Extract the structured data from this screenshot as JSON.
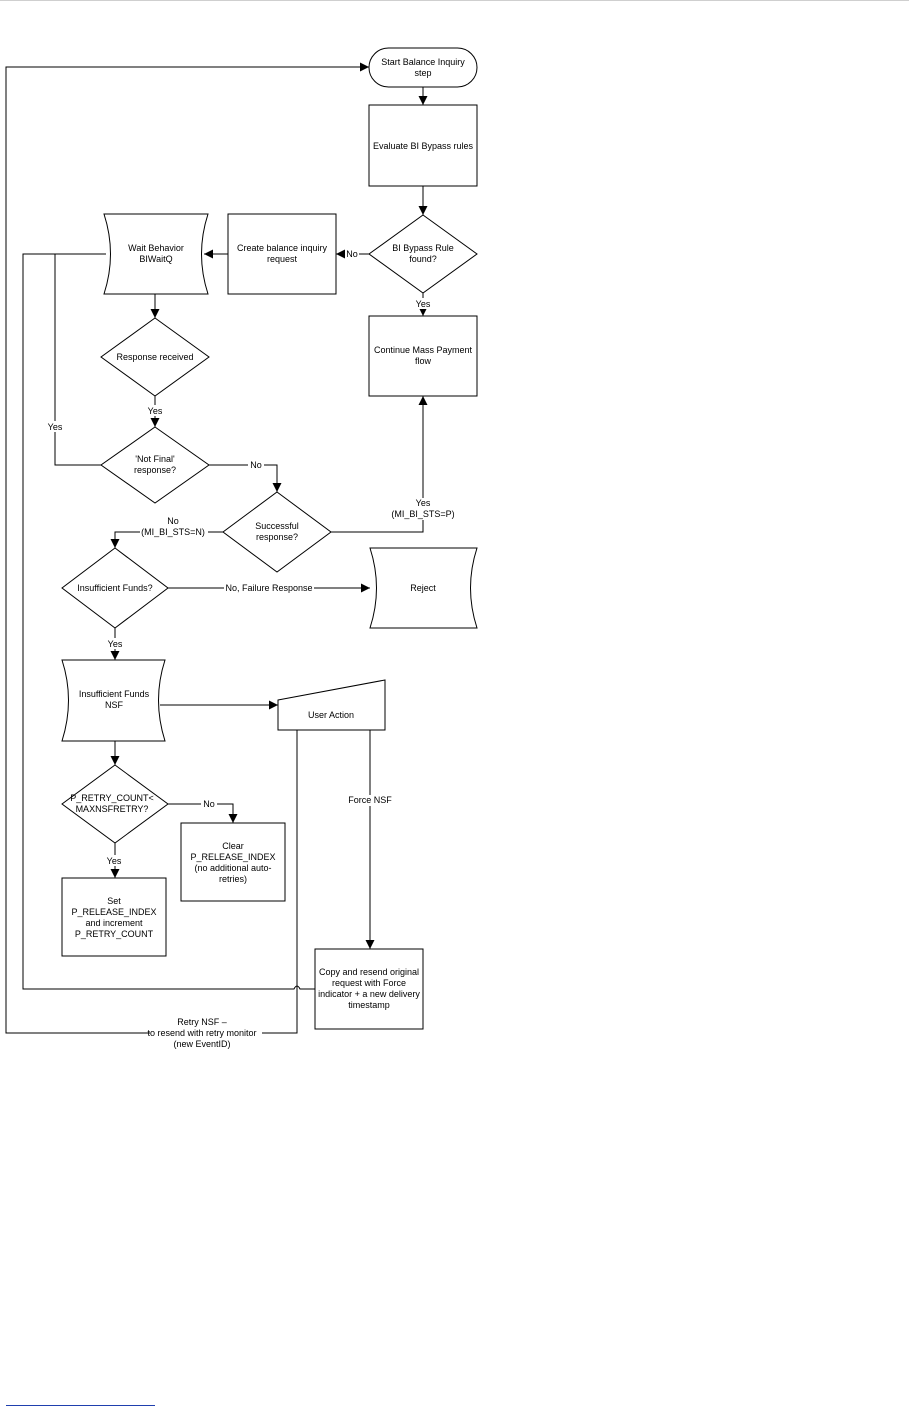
{
  "nodes": {
    "start": [
      "Start Balance Inquiry",
      "step"
    ],
    "evaluate": [
      "Evaluate BI Bypass rules"
    ],
    "bypass_decision": [
      "BI Bypass Rule",
      "found?"
    ],
    "create_request": [
      "Create balance inquiry",
      "request"
    ],
    "wait": [
      "Wait Behavior",
      "BIWaitQ"
    ],
    "continue_flow": [
      "Continue Mass Payment",
      "flow"
    ],
    "response_received": [
      "Response received"
    ],
    "not_final": [
      "'Not Final'",
      "response?"
    ],
    "successful": [
      "Successful",
      "response?"
    ],
    "insufficient_decision": [
      "Insufficient Funds?"
    ],
    "reject": [
      "Reject"
    ],
    "nsf_queue": [
      "Insufficient Funds",
      "NSF"
    ],
    "user_action": [
      "User Action"
    ],
    "retry_decision": [
      "P_RETRY_COUNT<",
      "MAXNSFRETRY?"
    ],
    "clear_index": [
      "Clear",
      "P_RELEASE_INDEX",
      "(no additional auto-",
      "retries)"
    ],
    "set_index": [
      "Set",
      "P_RELEASE_INDEX",
      "and increment",
      "P_RETRY_COUNT"
    ],
    "resend": [
      "Copy and resend original",
      "request with Force",
      "indicator + a new delivery",
      "timestamp"
    ]
  },
  "edge_labels": {
    "bypass_no": "No",
    "bypass_yes": "Yes",
    "response_yes": "Yes",
    "loop_yes": "Yes",
    "not_final_no": "No",
    "success_yes": [
      "Yes",
      "(MI_BI_STS=P)"
    ],
    "success_no": [
      "No",
      "(MI_BI_STS=N)"
    ],
    "insufficient_no": "No, Failure Response",
    "insufficient_yes": "Yes",
    "retry_no": "No",
    "retry_yes": "Yes",
    "force_nsf": "Force NSF",
    "retry_nsf": [
      "Retry NSF –",
      "to resend with retry monitor",
      "(new EventID)"
    ]
  }
}
